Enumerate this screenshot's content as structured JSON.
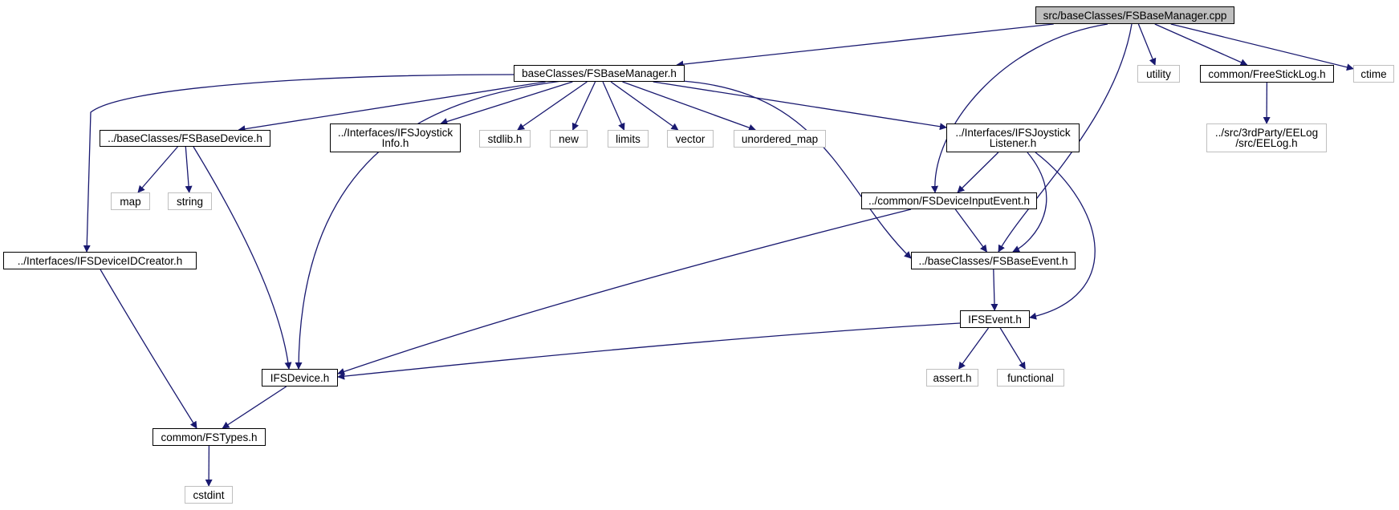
{
  "edge_color": "#191970",
  "root_fill": "#bfbfbf",
  "system_border": "#bfbfbf",
  "nodes": [
    {
      "id": "root",
      "label": "src/baseClasses/FSBaseManager.cpp",
      "kind": "root"
    },
    {
      "id": "mgr_h",
      "label": "baseClasses/FSBaseManager.h",
      "kind": "project"
    },
    {
      "id": "utility",
      "label": "utility",
      "kind": "system"
    },
    {
      "id": "log_h",
      "label": "common/FreeStickLog.h",
      "kind": "project"
    },
    {
      "id": "ctime",
      "label": "ctime",
      "kind": "system"
    },
    {
      "id": "eelog",
      "label": "../src/3rdParty/EELog\n/src/EELog.h",
      "kind": "system"
    },
    {
      "id": "basedev_h",
      "label": "../baseClasses/FSBaseDevice.h",
      "kind": "project"
    },
    {
      "id": "joyinfo_h",
      "label": "../Interfaces/IFSJoystick\nInfo.h",
      "kind": "project"
    },
    {
      "id": "stdlib",
      "label": "stdlib.h",
      "kind": "system"
    },
    {
      "id": "new",
      "label": "new",
      "kind": "system"
    },
    {
      "id": "limits",
      "label": "limits",
      "kind": "system"
    },
    {
      "id": "vector",
      "label": "vector",
      "kind": "system"
    },
    {
      "id": "umap",
      "label": "unordered_map",
      "kind": "system"
    },
    {
      "id": "joylist_h",
      "label": "../Interfaces/IFSJoystick\nListener.h",
      "kind": "project"
    },
    {
      "id": "map",
      "label": "map",
      "kind": "system"
    },
    {
      "id": "string",
      "label": "string",
      "kind": "system"
    },
    {
      "id": "devinput_h",
      "label": "../common/FSDeviceInputEvent.h",
      "kind": "project"
    },
    {
      "id": "idcreator_h",
      "label": "../Interfaces/IFSDeviceIDCreator.h",
      "kind": "project"
    },
    {
      "id": "baseevent_h",
      "label": "../baseClasses/FSBaseEvent.h",
      "kind": "project"
    },
    {
      "id": "ifsevent_h",
      "label": "IFSEvent.h",
      "kind": "project"
    },
    {
      "id": "ifsdevice_h",
      "label": "IFSDevice.h",
      "kind": "project"
    },
    {
      "id": "assert",
      "label": "assert.h",
      "kind": "system"
    },
    {
      "id": "functional",
      "label": "functional",
      "kind": "system"
    },
    {
      "id": "fstypes_h",
      "label": "common/FSTypes.h",
      "kind": "project"
    },
    {
      "id": "cstdint",
      "label": "cstdint",
      "kind": "system"
    }
  ],
  "edges": [
    [
      "root",
      "mgr_h"
    ],
    [
      "root",
      "utility"
    ],
    [
      "root",
      "log_h"
    ],
    [
      "root",
      "ctime"
    ],
    [
      "root",
      "devinput_h"
    ],
    [
      "root",
      "baseevent_h"
    ],
    [
      "log_h",
      "eelog"
    ],
    [
      "mgr_h",
      "basedev_h"
    ],
    [
      "mgr_h",
      "joyinfo_h"
    ],
    [
      "mgr_h",
      "stdlib"
    ],
    [
      "mgr_h",
      "new"
    ],
    [
      "mgr_h",
      "limits"
    ],
    [
      "mgr_h",
      "vector"
    ],
    [
      "mgr_h",
      "umap"
    ],
    [
      "mgr_h",
      "joylist_h"
    ],
    [
      "mgr_h",
      "idcreator_h"
    ],
    [
      "mgr_h",
      "ifsdevice_h"
    ],
    [
      "mgr_h",
      "baseevent_h"
    ],
    [
      "basedev_h",
      "map"
    ],
    [
      "basedev_h",
      "string"
    ],
    [
      "basedev_h",
      "ifsdevice_h"
    ],
    [
      "joylist_h",
      "devinput_h"
    ],
    [
      "joylist_h",
      "baseevent_h"
    ],
    [
      "joylist_h",
      "ifsevent_h"
    ],
    [
      "devinput_h",
      "baseevent_h"
    ],
    [
      "devinput_h",
      "ifsdevice_h"
    ],
    [
      "baseevent_h",
      "ifsevent_h"
    ],
    [
      "ifsevent_h",
      "ifsdevice_h"
    ],
    [
      "ifsevent_h",
      "assert"
    ],
    [
      "ifsevent_h",
      "functional"
    ],
    [
      "idcreator_h",
      "fstypes_h"
    ],
    [
      "ifsdevice_h",
      "fstypes_h"
    ],
    [
      "fstypes_h",
      "cstdint"
    ]
  ]
}
